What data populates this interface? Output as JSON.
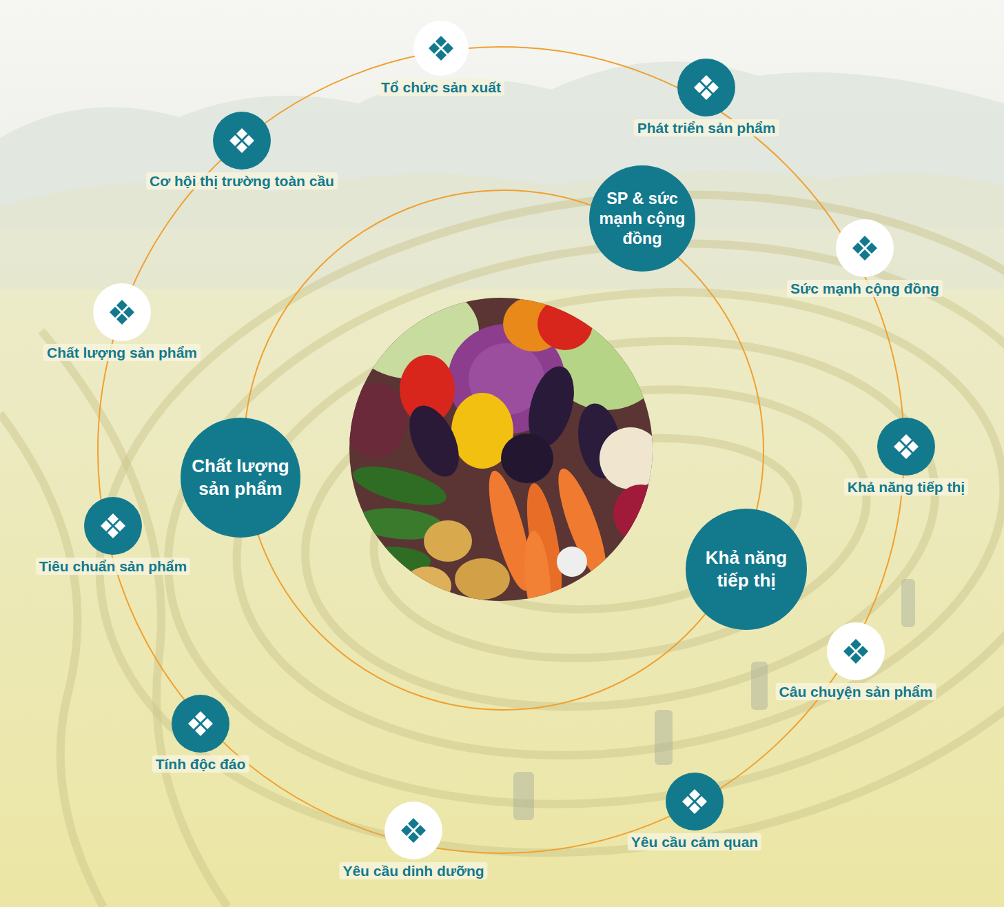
{
  "diagram": {
    "nodes": [
      {
        "text": [
          "Tổ chức sản xuất"
        ]
      },
      {
        "text": [
          "Phát triển sản phẩm"
        ]
      },
      {
        "text": [
          "Sức mạnh cộng đồng"
        ]
      },
      {
        "text": [
          "Khả năng tiếp thị"
        ]
      },
      {
        "text": [
          "Câu chuyện sản phẩm"
        ]
      },
      {
        "text": [
          "Yêu cầu cảm quan"
        ]
      },
      {
        "text": [
          "Yêu cầu dinh dưỡng"
        ]
      },
      {
        "text": [
          "Tính độc đáo"
        ]
      },
      {
        "text": [
          "Tiêu chuẩn sản phẩm"
        ]
      },
      {
        "text": [
          "Chất lượng sản phẩm"
        ]
      },
      {
        "text": [
          "Cơ hội thị trường toàn cầu"
        ]
      },
      {
        "text": [
          "SP & sức mạnh cộng đồng"
        ]
      },
      {
        "text": [
          "Khả năng tiếp thị"
        ]
      },
      {
        "text": [
          "Chất lượng sản phẩm"
        ]
      }
    ]
  }
}
